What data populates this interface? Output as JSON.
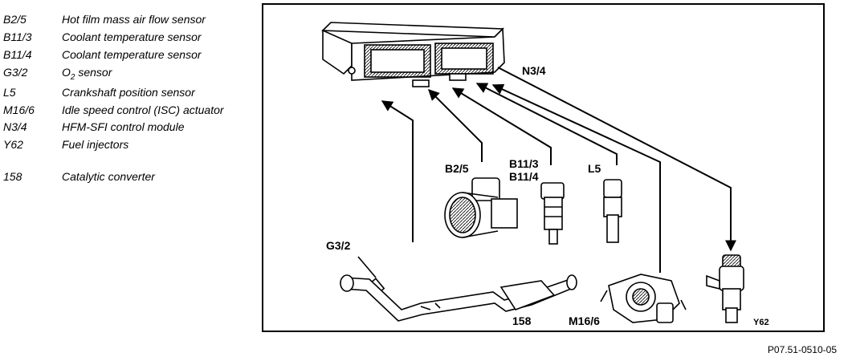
{
  "legend": [
    {
      "code": "B2/5",
      "desc": "Hot film mass air flow sensor"
    },
    {
      "code": "B11/3",
      "desc": "Coolant temperature sensor"
    },
    {
      "code": "B11/4",
      "desc": "Coolant temperature sensor"
    },
    {
      "code": "G3/2",
      "desc_prefix": "O",
      "desc_sub": "2",
      "desc_suffix": " sensor"
    },
    {
      "code": "L5",
      "desc": "Crankshaft position sensor"
    },
    {
      "code": "M16/6",
      "desc": "Idle speed control (ISC) actuator"
    },
    {
      "code": "N3/4",
      "desc": "HFM-SFI control module"
    },
    {
      "code": "Y62",
      "desc": "Fuel injectors"
    },
    {
      "code": "158",
      "desc": "Catalytic converter"
    }
  ],
  "labels": {
    "n34": "N3/4",
    "b25": "B2/5",
    "b113": "B11/3",
    "b114": "B11/4",
    "l5": "L5",
    "g32": "G3/2",
    "c158": "158",
    "m166": "M16/6",
    "y62": "Y62"
  },
  "reference": "P07.51-0510-05"
}
